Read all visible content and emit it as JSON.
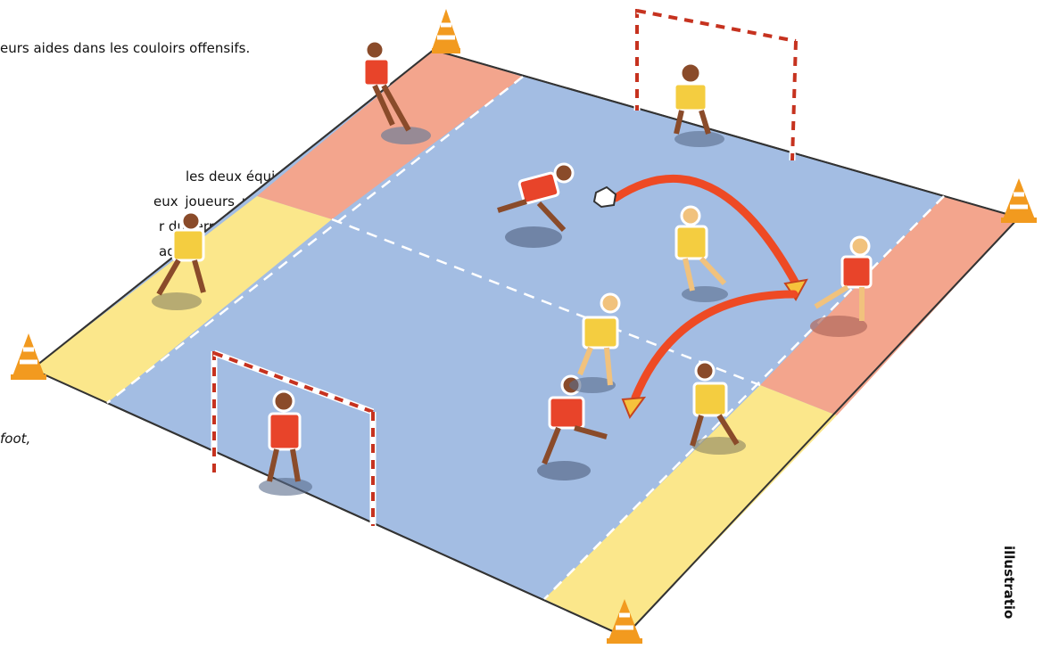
{
  "text_lines": {
    "line1": "eurs aides dans les couloirs offensifs.",
    "line2": "les deux équipes",
    "line3": "eux joueurs par",
    "line4": "r du terrain et",
    "line5": "aquer.",
    "line6": "foot,"
  },
  "side_label": "illustratio",
  "colors": {
    "field_blue": "#a3bde3",
    "zone_red": "#f3a58d",
    "zone_yellow": "#fbe78b",
    "team_red": "#e8442a",
    "team_yellow": "#f4cd40",
    "arrow": "#ee4a24",
    "cone": "#f29a1f"
  }
}
